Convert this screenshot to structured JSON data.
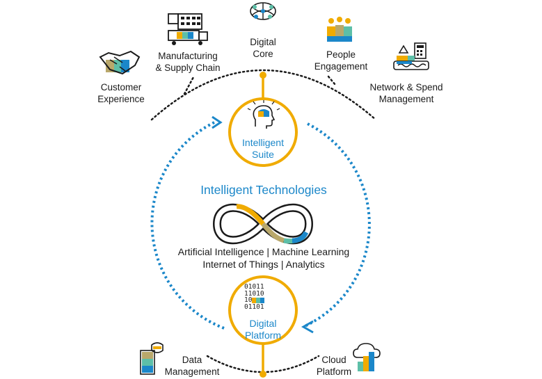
{
  "top_items": {
    "customer_experience": {
      "line1": "Customer",
      "line2": "Experience",
      "icon": "handshake-icon"
    },
    "manufacturing": {
      "line1": "Manufacturing",
      "line2": "& Supply Chain",
      "icon": "factory-truck-icon"
    },
    "digital_core": {
      "line1": "Digital",
      "line2": "Core",
      "icon": "network-sphere-icon"
    },
    "people_engagement": {
      "line1": "People",
      "line2": "Engagement",
      "icon": "people-icon"
    },
    "network_spend": {
      "line1": "Network & Spend",
      "line2": "Management",
      "icon": "cashier-icon"
    }
  },
  "intelligent_suite": {
    "line1": "Intelligent",
    "line2": "Suite",
    "icon": "head-idea-icon"
  },
  "technologies": {
    "title": "Intelligent Technologies",
    "line1": "Artificial Intelligence | Machine Learning",
    "line2": "Internet of Things | Analytics",
    "icon": "infinity-icon"
  },
  "digital_platform": {
    "line1": "Digital",
    "line2": "Platform",
    "binary": [
      "01011",
      "11010",
      "10",
      "01101"
    ]
  },
  "bottom_items": {
    "data_management": {
      "line1": "Data",
      "line2": "Management",
      "icon": "data-stack-icon"
    },
    "cloud_platform": {
      "line1": "Cloud",
      "line2": "Platform",
      "icon": "cloud-icon"
    }
  },
  "colors": {
    "gold": "#f0ab00",
    "blue": "#1b87c9",
    "olive": "#b9a86b",
    "teal": "#5dbfa8",
    "dark": "#1a1a1a"
  }
}
